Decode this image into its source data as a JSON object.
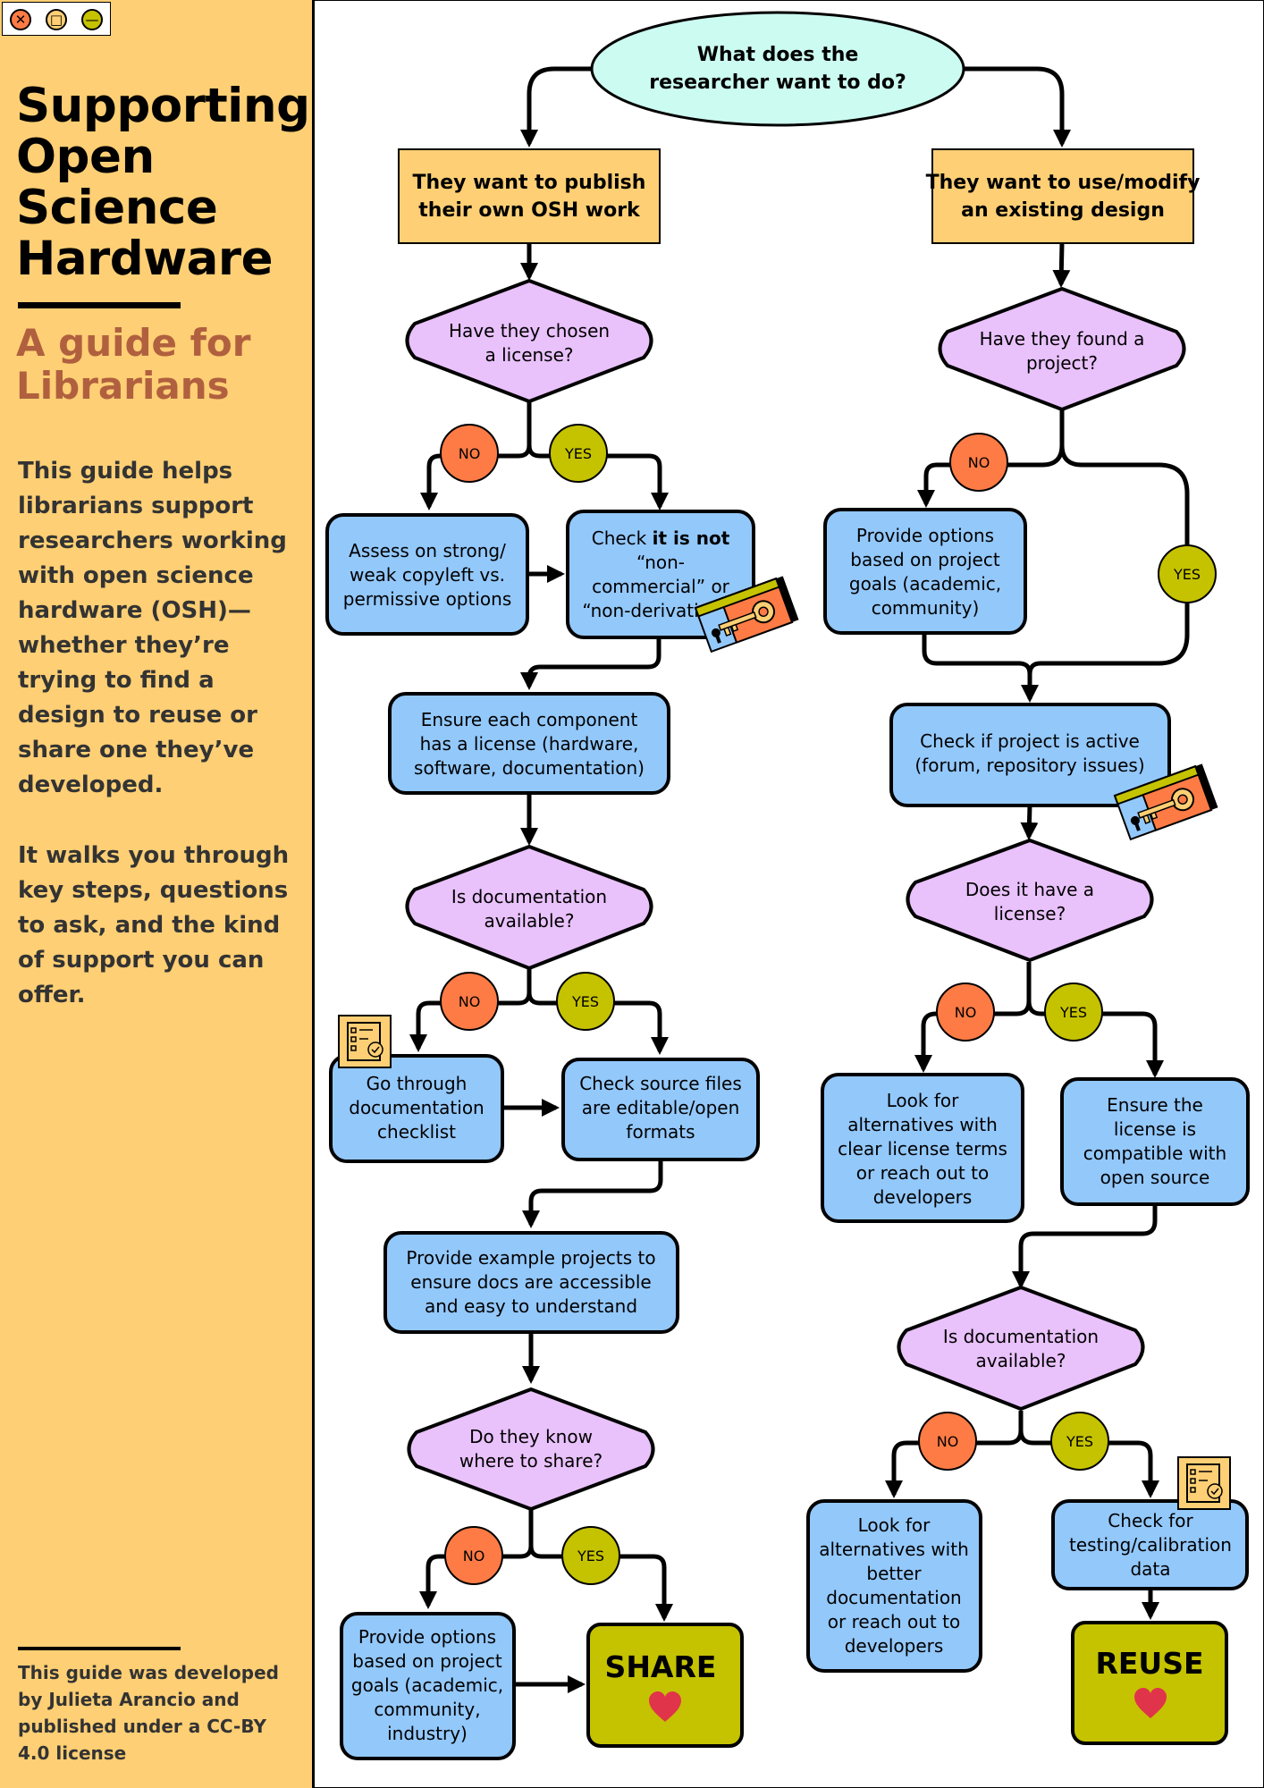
{
  "window": {
    "close_symbol": "✕",
    "maximize_symbol": "□",
    "minimize_symbol": "—"
  },
  "sidebar": {
    "title": "Supporting Open Science Hardware",
    "subtitle": "A guide for Librarians",
    "intro_1": "This guide helps librarians support researchers working with open science hardware (OSH)—whether they’re trying to find a design to reuse or share one they’ve developed.",
    "intro_2": "It walks you through key steps, questions to ask, and the kind of support you can offer.",
    "footer": "This guide was developed by Julieta Arancio and published under a CC-BY 4.0 license"
  },
  "flowchart": {
    "start": [
      "What does the",
      "researcher want to do?"
    ],
    "left": {
      "branch": [
        "They want to publish",
        "their own OSH work"
      ],
      "q_license": [
        "Have they chosen",
        "a license?"
      ],
      "assess": [
        "Assess on strong/",
        "weak copyleft vs.",
        "permissive options"
      ],
      "check_nc": {
        "before": "Check ",
        "bold": "it is not",
        "rest": [
          "“non-",
          "commercial” or",
          "“non-derivatives”"
        ]
      },
      "ensure_components": [
        "Ensure each component",
        "has a license (hardware,",
        "software, documentation)"
      ],
      "q_docs": [
        "Is documentation",
        "available?"
      ],
      "doc_checklist": [
        "Go through",
        "documentation",
        "checklist"
      ],
      "check_source": [
        "Check source files",
        "are editable/open",
        "formats"
      ],
      "example_projects": [
        "Provide example projects to",
        "ensure docs are accessible",
        "and easy to understand"
      ],
      "q_share": [
        "Do they know",
        "where to share?"
      ],
      "options_goals": [
        "Provide options",
        "based on project",
        "goals (academic,",
        "community,",
        "industry)"
      ],
      "end": "SHARE"
    },
    "right": {
      "branch": [
        "They want to use/modify",
        "an existing design"
      ],
      "q_found": [
        "Have they found a",
        "project?"
      ],
      "options_goals": [
        "Provide options",
        "based on project",
        "goals (academic,",
        "community)"
      ],
      "check_active": [
        "Check if project is active",
        "(forum, repository issues)"
      ],
      "q_license": [
        "Does it have a",
        "license?"
      ],
      "alt_license": [
        "Look for",
        "alternatives with",
        "clear license terms",
        "or reach out to",
        "developers"
      ],
      "ensure_compatible": [
        "Ensure the",
        "license is",
        "compatible with",
        "open source"
      ],
      "q_docs": [
        "Is documentation",
        "available?"
      ],
      "alt_docs": [
        "Look for",
        "alternatives with",
        "better",
        "documentation",
        "or reach out to",
        "developers"
      ],
      "check_testing": [
        "Check for",
        "testing/calibration",
        "data"
      ],
      "end": "REUSE"
    },
    "no_label": "NO",
    "yes_label": "YES"
  },
  "colors": {
    "sidebar_bg": "#FECF74",
    "subtitle": "#B0603F",
    "start_fill": "#CCFBF1",
    "branch_fill": "#FECF74",
    "decision_fill": "#E9C1FB",
    "action_fill": "#93C8FB",
    "end_fill": "#C5C200",
    "no_fill": "#FF7B45",
    "yes_fill": "#C5C200",
    "heart": "#E0344B"
  },
  "icons": [
    "license-key-icon",
    "checklist-icon",
    "heart-icon"
  ]
}
